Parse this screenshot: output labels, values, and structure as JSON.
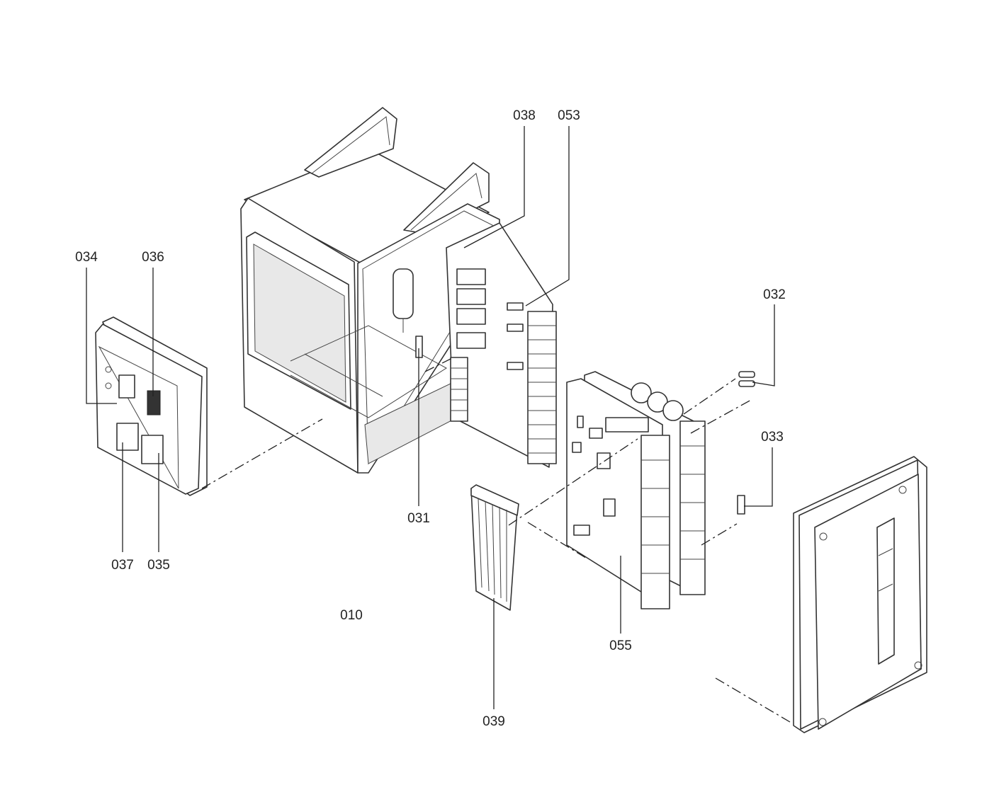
{
  "diagram": {
    "title": "010",
    "labels": {
      "p031": "031",
      "p032": "032",
      "p033": "033",
      "p034": "034",
      "p035": "035",
      "p036": "036",
      "p037": "037",
      "p038": "038",
      "p039": "039",
      "p053": "053",
      "p055": "055"
    },
    "colors": {
      "line": "#333333",
      "background": "#ffffff"
    }
  }
}
